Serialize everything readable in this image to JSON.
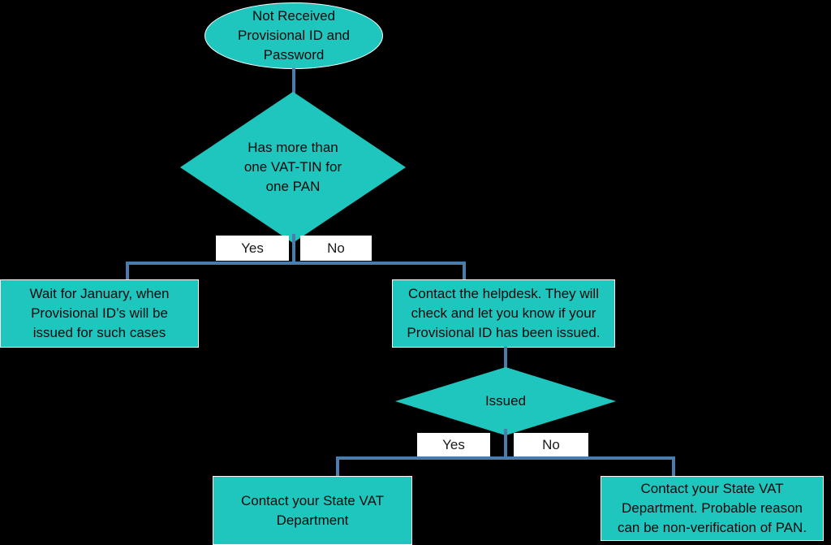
{
  "diagram": {
    "title": "Not Received Provisional ID and Password flowchart",
    "background_color": "#000000",
    "node_fill_color": "#1FC6BE",
    "connector_color": "#4A7CAC",
    "label_chip_background": "#FFFFFF",
    "text_color": "#0A0A0A"
  },
  "nodes": {
    "start": {
      "type": "terminator",
      "text": "Not Received\nProvisional ID and\nPassword"
    },
    "decision_vat_tin": {
      "type": "decision",
      "text": "Has more than\none VAT-TIN for\none PAN"
    },
    "wait_january": {
      "type": "process",
      "text": "Wait for January, when\nProvisional ID’s will be\nissued for such cases"
    },
    "contact_helpdesk": {
      "type": "process",
      "text": "Contact the helpdesk. They will\ncheck and let you know if your\nProvisional ID has been issued."
    },
    "decision_issued": {
      "type": "decision",
      "text": "Issued"
    },
    "contact_state_vat": {
      "type": "process",
      "text": "Contact your State VAT\nDepartment"
    },
    "contact_state_vat_pan": {
      "type": "process",
      "text": "Contact your State VAT\nDepartment. Probable reason\ncan be non-verification of PAN."
    }
  },
  "edge_labels": {
    "vat_tin_yes": "Yes",
    "vat_tin_no": "No",
    "issued_yes": "Yes",
    "issued_no": "No"
  }
}
